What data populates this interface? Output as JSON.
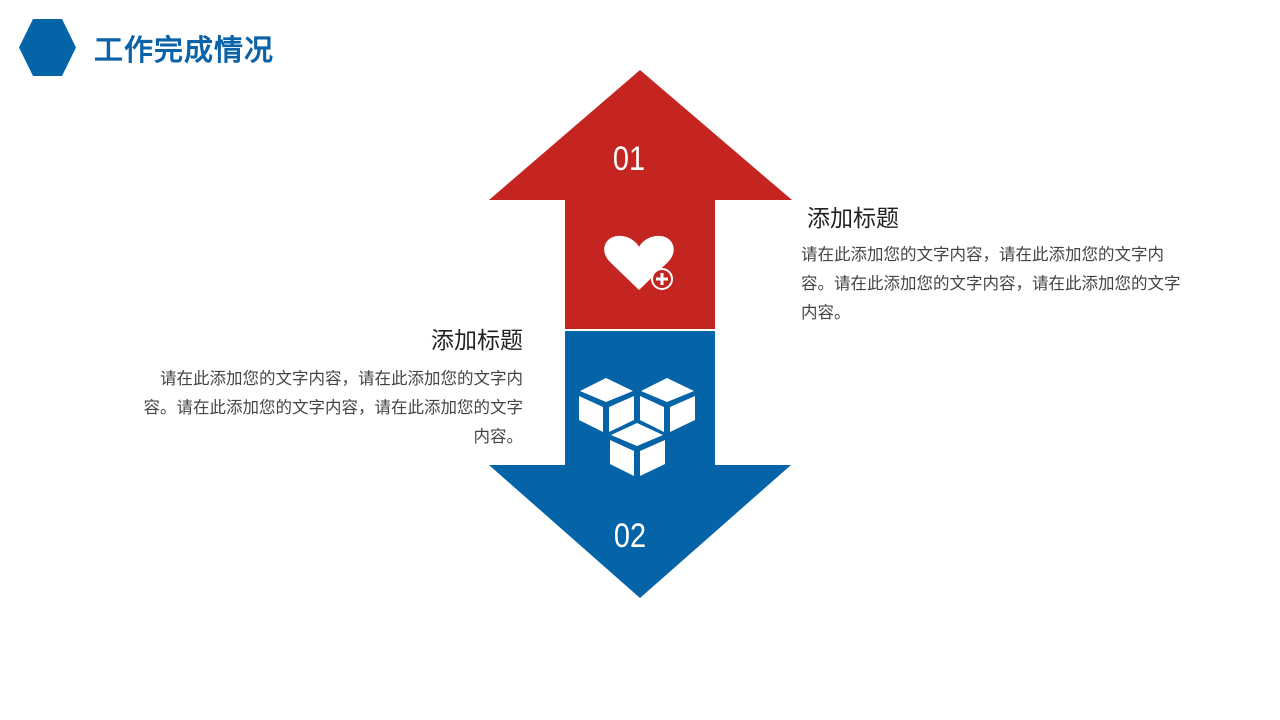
{
  "header": {
    "title": "工作完成情况"
  },
  "colors": {
    "accent_blue": "#0563a8",
    "accent_red": "#c42520"
  },
  "arrows": [
    {
      "number": "01",
      "icon": "heart-plus-icon"
    },
    {
      "number": "02",
      "icon": "cubes-icon"
    }
  ],
  "blocks": [
    {
      "title": "添加标题",
      "body": "请在此添加您的文字内容，请在此添加您的文字内容。请在此添加您的文字内容，请在此添加您的文字内容。"
    },
    {
      "title": "添加标题",
      "body": "请在此添加您的文字内容，请在此添加您的文字内容。请在此添加您的文字内容，请在此添加您的文字内容。"
    }
  ]
}
